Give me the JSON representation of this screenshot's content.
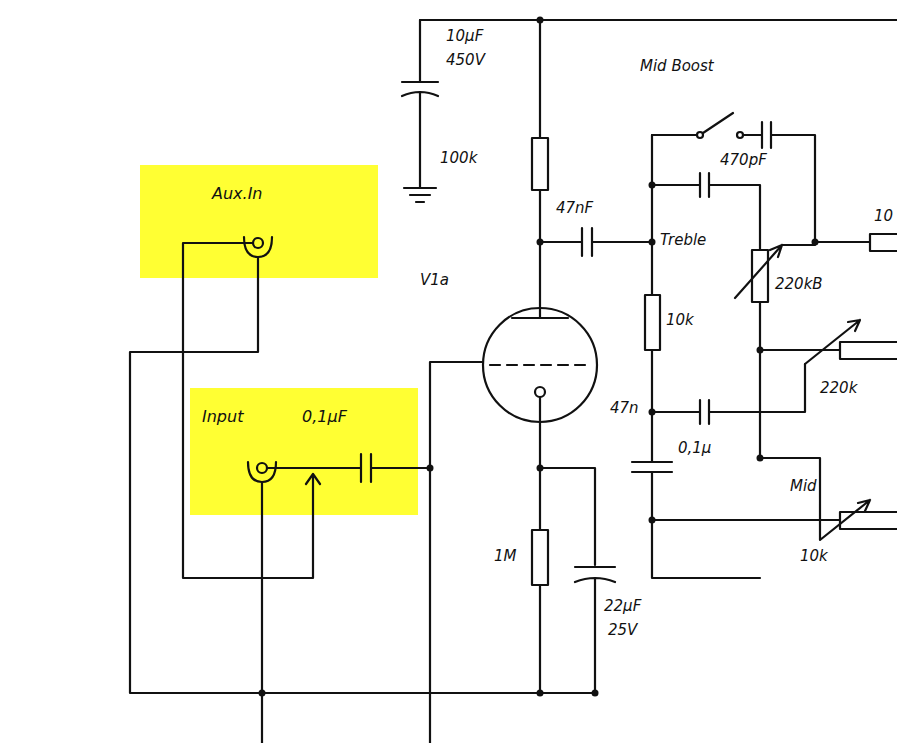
{
  "diagram": {
    "nodes": [
      {
        "text": [
          "Aux.In"
        ]
      },
      {
        "text": [
          "Input",
          "0,1μF"
        ]
      }
    ],
    "edges": [
      {
        "from": 0,
        "to": 1,
        "arrow": "none"
      }
    ],
    "labels": [
      "10μF",
      "450V",
      "100k",
      "Mid Boost",
      "470pF",
      "47nF",
      "Treble",
      "10k",
      "220kB",
      "10",
      "V1a",
      "47n",
      "0,1μ",
      "Mid",
      "10k",
      "1M",
      "22μF",
      "25V",
      "220k"
    ]
  }
}
